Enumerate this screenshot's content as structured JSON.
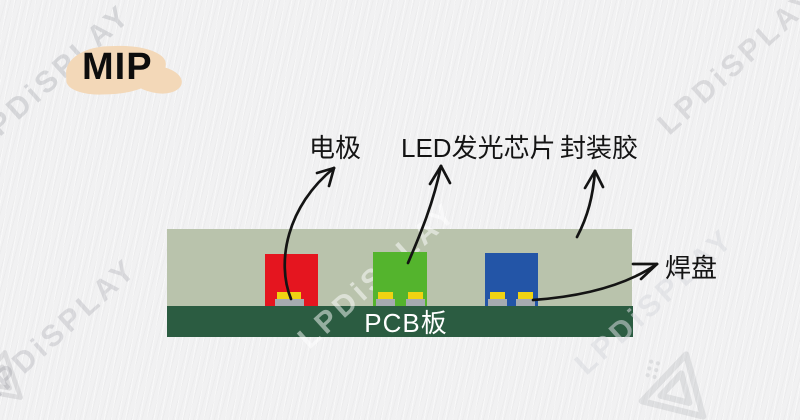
{
  "title": "MIP",
  "watermark": "LPDiSPLAY",
  "annotations": {
    "electrode": "电极",
    "led_chip": "LED发光芯片",
    "encapsulant": "封装胶",
    "solder_pad": "焊盘"
  },
  "pcb_label": "PCB板",
  "colors": {
    "background": "#f1f1f2",
    "title_highlight": "#f3d8b8",
    "encapsulant": "#b9c3ac",
    "pcb": "#2b5c41",
    "chip_red": "#e5151f",
    "chip_green": "#54b42d",
    "chip_blue": "#2355a7",
    "electrode_pad": "#f0d312",
    "solder_pad": "#a6abb0",
    "arrow": "#141414",
    "text": "#141414",
    "pcb_text": "#ffffff"
  }
}
